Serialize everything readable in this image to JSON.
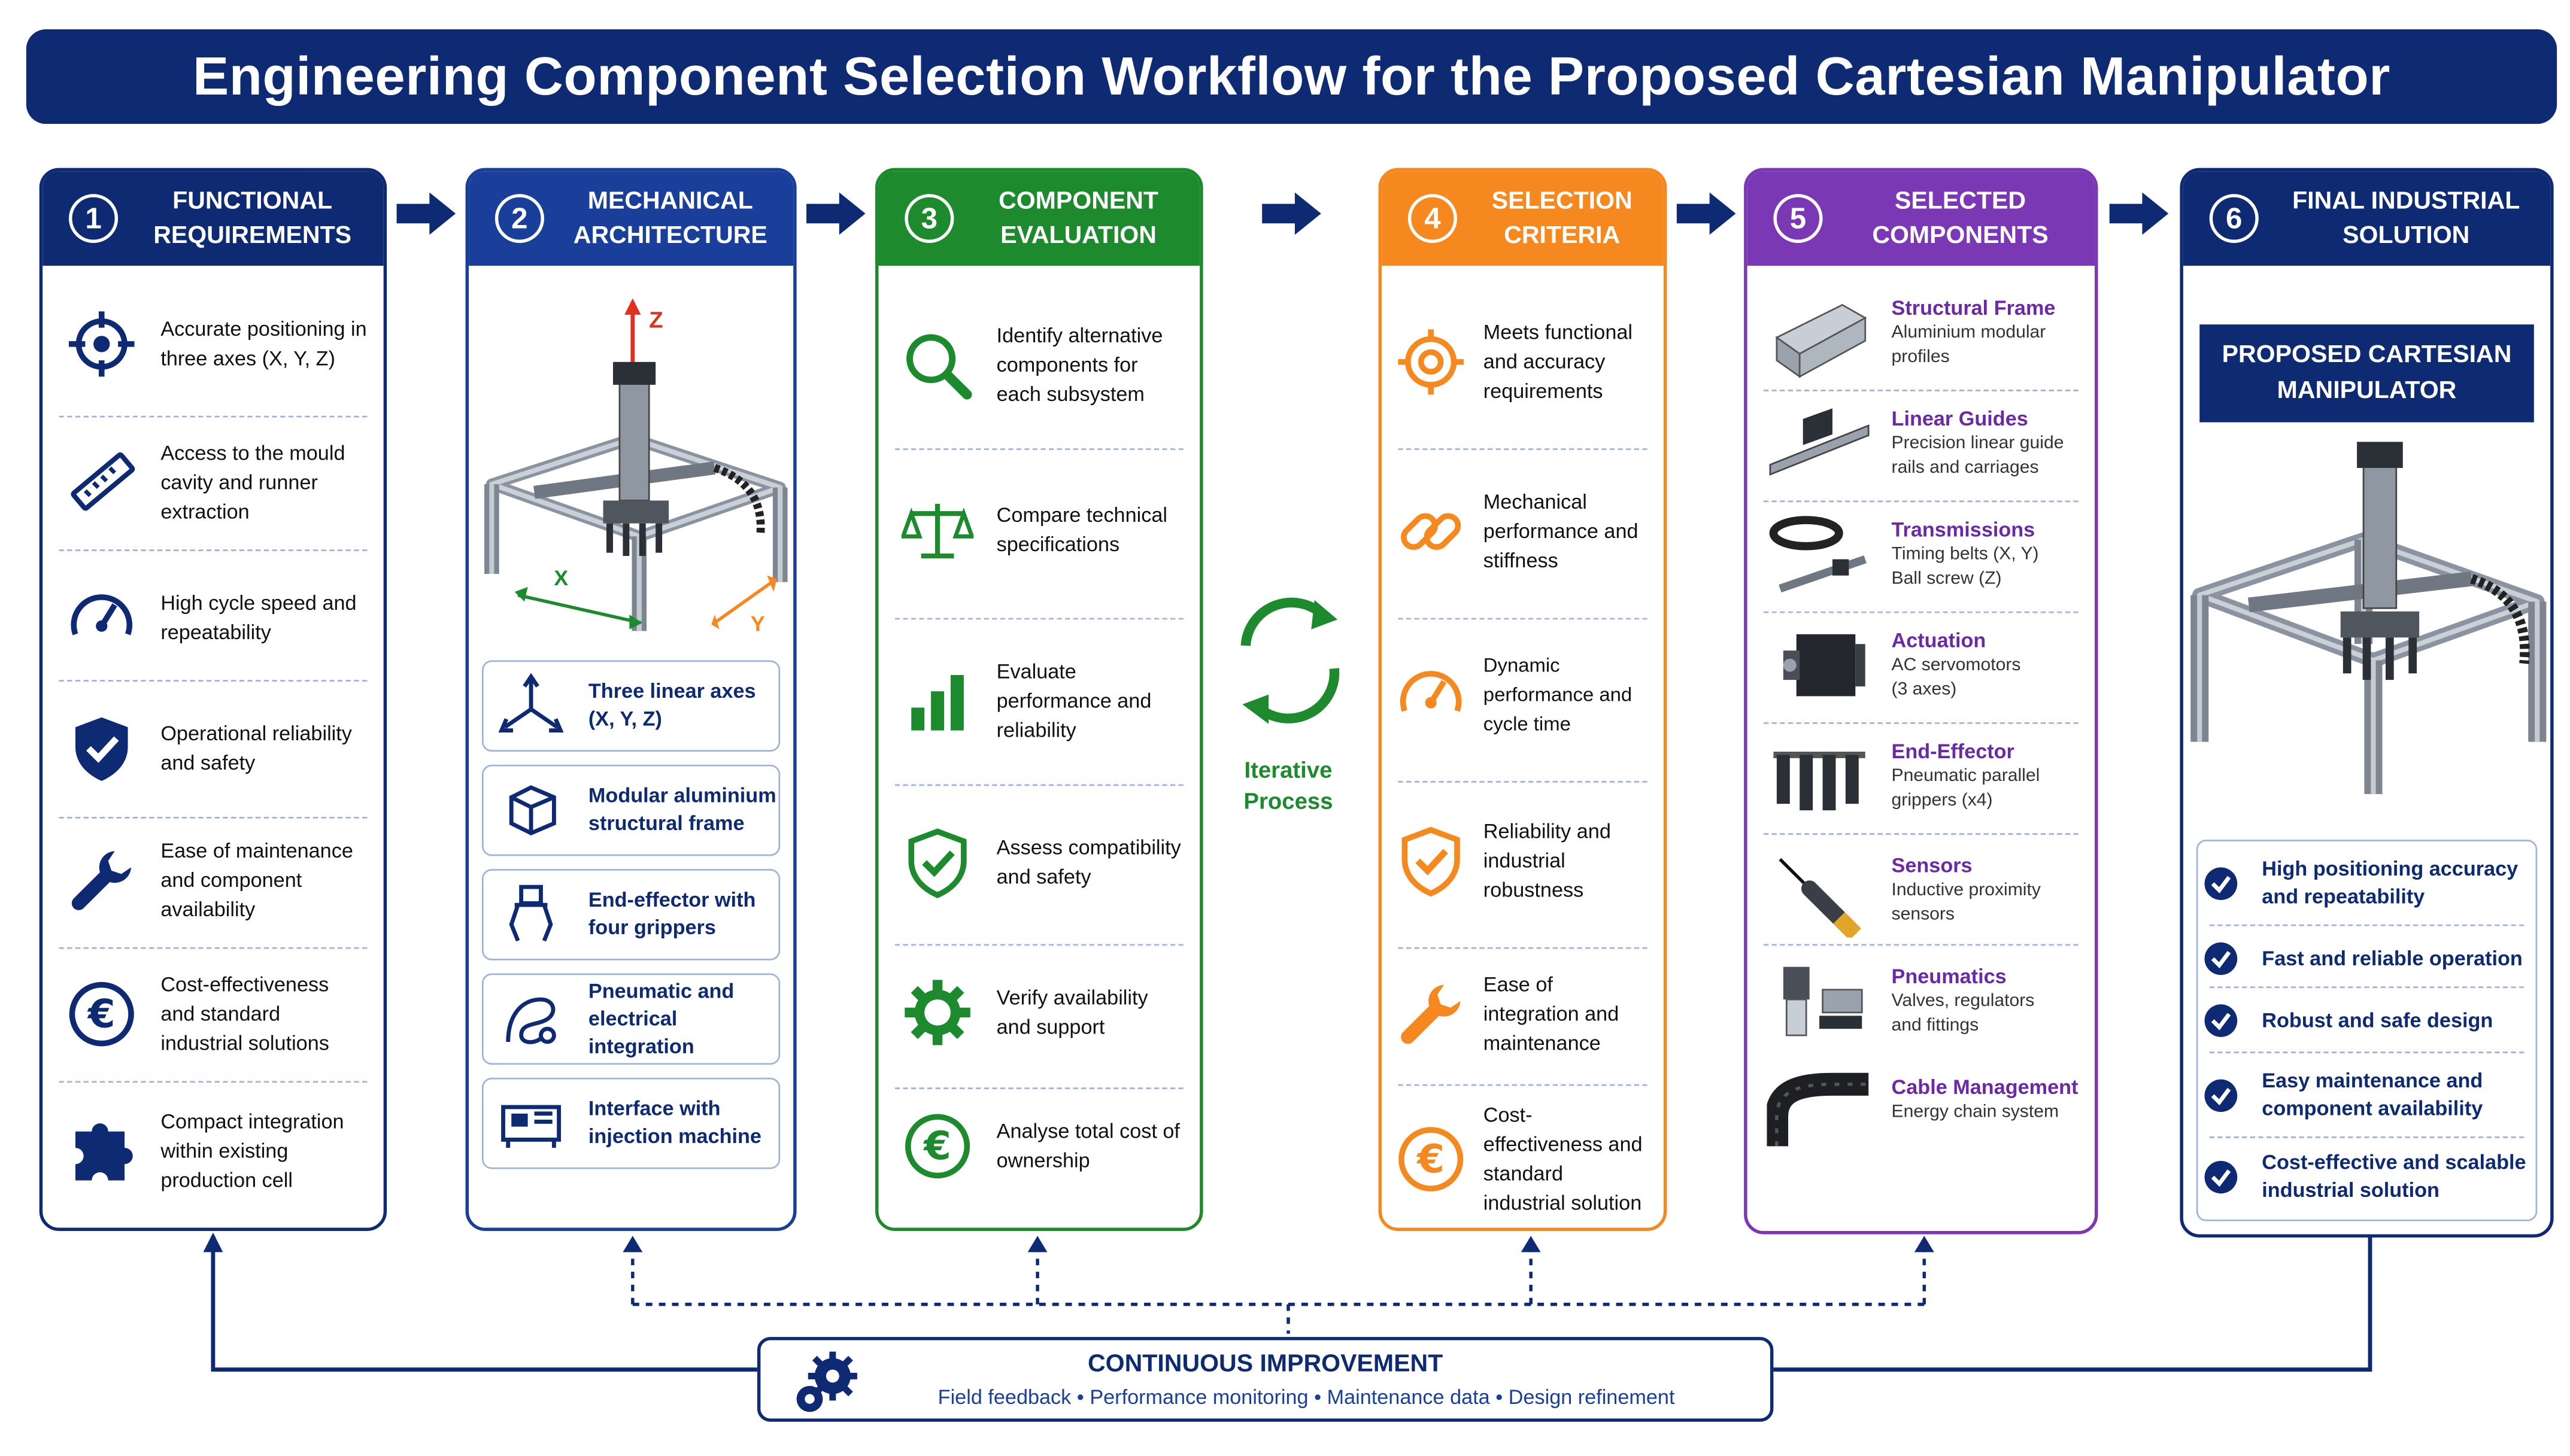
{
  "title": "Engineering Component Selection Workflow for the Proposed Cartesian Manipulator",
  "colors": {
    "navy": "#0d2a72",
    "blue": "#1a3f9a",
    "green": "#1e8a2e",
    "orange": "#f5891f",
    "purple": "#7b38b5"
  },
  "columns": {
    "c1": {
      "number": "1",
      "heading": "FUNCTIONAL\nREQUIREMENTS",
      "items": [
        {
          "icon": "target-icon",
          "text": "Accurate positioning in three axes (X, Y, Z)"
        },
        {
          "icon": "ruler-icon",
          "text": "Access to the mould cavity and runner extraction"
        },
        {
          "icon": "speedometer-icon",
          "text": "High cycle speed and repeatability"
        },
        {
          "icon": "shield-check-icon",
          "text": "Operational reliability and safety"
        },
        {
          "icon": "wrench-icon",
          "text": "Ease of maintenance and component availability"
        },
        {
          "icon": "euro-icon",
          "text": "Cost-effectiveness and standard industrial solutions"
        },
        {
          "icon": "puzzle-icon",
          "text": "Compact integration within existing production cell"
        }
      ]
    },
    "c2": {
      "number": "2",
      "heading": "MECHANICAL\nARCHITECTURE",
      "axis_labels": {
        "z": "Z",
        "x": "X",
        "y": "Y"
      },
      "cards": [
        {
          "icon": "axes-icon",
          "text": "Three linear axes (X, Y, Z)"
        },
        {
          "icon": "frame-cube-icon",
          "text": "Modular aluminium structural frame"
        },
        {
          "icon": "gripper-icon",
          "text": "End-effector with four grippers"
        },
        {
          "icon": "hose-icon",
          "text": "Pneumatic and electrical integration"
        },
        {
          "icon": "machine-icon",
          "text": "Interface with injection machine"
        }
      ]
    },
    "c3": {
      "number": "3",
      "heading": "COMPONENT\nEVALUATION",
      "items": [
        {
          "icon": "magnifier-icon",
          "text": "Identify alternative components for each subsystem"
        },
        {
          "icon": "balance-icon",
          "text": "Compare technical specifications"
        },
        {
          "icon": "bar-chart-icon",
          "text": "Evaluate performance and reliability"
        },
        {
          "icon": "shield-check-icon",
          "text": "Assess compatibility and safety"
        },
        {
          "icon": "gear-icon",
          "text": "Verify availability and support"
        },
        {
          "icon": "euro-icon",
          "text": "Analyse total cost of ownership"
        }
      ]
    },
    "c4": {
      "number": "4",
      "heading": "SELECTION\nCRITERIA",
      "items": [
        {
          "icon": "target-icon",
          "text": "Meets functional and accuracy requirements"
        },
        {
          "icon": "chain-link-icon",
          "text": "Mechanical performance and stiffness"
        },
        {
          "icon": "speedometer-icon",
          "text": "Dynamic performance and cycle time"
        },
        {
          "icon": "shield-check-icon",
          "text": "Reliability and industrial robustness"
        },
        {
          "icon": "wrench-icon",
          "text": "Ease of integration and maintenance"
        },
        {
          "icon": "euro-icon",
          "text": "Cost-effectiveness and standard industrial solution"
        }
      ]
    },
    "c5": {
      "number": "5",
      "heading": "SELECTED\nCOMPONENTS",
      "components": [
        {
          "name": "Structural Frame",
          "desc": "Aluminium modular\nprofiles"
        },
        {
          "name": "Linear Guides",
          "desc": "Precision linear guide\nrails and carriages"
        },
        {
          "name": "Transmissions",
          "desc": "Timing belts (X, Y)\nBall screw (Z)"
        },
        {
          "name": "Actuation",
          "desc": "AC servomotors\n(3 axes)"
        },
        {
          "name": "End-Effector",
          "desc": "Pneumatic parallel\ngrippers (x4)"
        },
        {
          "name": "Sensors",
          "desc": "Inductive proximity\nsensors"
        },
        {
          "name": "Pneumatics",
          "desc": "Valves, regulators\nand fittings"
        },
        {
          "name": "Cable Management",
          "desc": "Energy chain system"
        }
      ]
    },
    "c6": {
      "number": "6",
      "heading": "FINAL INDUSTRIAL\nSOLUTION",
      "banner": "PROPOSED CARTESIAN\nMANIPULATOR",
      "benefits": [
        "High positioning accuracy and repeatability",
        "Fast and reliable operation",
        "Robust and safe design",
        "Easy maintenance and component availability",
        "Cost-effective and scalable industrial solution"
      ]
    }
  },
  "iterative": {
    "line1": "Iterative",
    "line2": "Process"
  },
  "improvement": {
    "title": "CONTINUOUS IMPROVEMENT",
    "items": [
      "Field feedback",
      "Performance monitoring",
      "Maintenance data",
      "Design refinement"
    ]
  }
}
